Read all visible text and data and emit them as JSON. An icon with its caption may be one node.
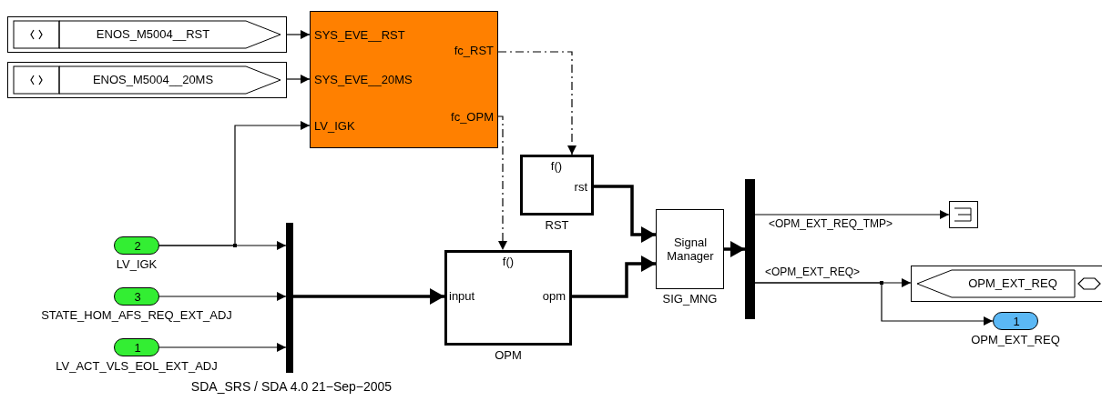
{
  "diagram": {
    "nodes": [
      {
        "text": [
          "ENOS_M5004__RST"
        ]
      },
      {
        "text": [
          "ENOS_M5004__20MS"
        ]
      },
      {
        "text": [
          "SYS_EVE__RST",
          "SYS_EVE__20MS",
          "LV_IGK",
          "fc_RST",
          "fc_OPM"
        ]
      },
      {
        "text": [
          "2"
        ],
        "beside": [
          "LV_IGK"
        ]
      },
      {
        "text": [
          "3"
        ],
        "beside": [
          "STATE_HOM_AFS_REQ_EXT_ADJ"
        ]
      },
      {
        "text": [
          "1"
        ],
        "beside": [
          "LV_ACT_VLS_EOL_EXT_ADJ"
        ]
      },
      {
        "text": [],
        "shape": "bar"
      },
      {
        "text": [
          "f()",
          "rst"
        ],
        "beside": [
          "RST"
        ]
      },
      {
        "text": [
          "f()",
          "input",
          "opm"
        ],
        "beside": [
          "OPM"
        ]
      },
      {
        "text": [
          "Signal Manager"
        ],
        "beside": [
          "SIG_MNG"
        ]
      },
      {
        "text": [],
        "shape": "bar"
      },
      {
        "text": [],
        "shape": "box"
      },
      {
        "text": [
          "OPM_EXT_REQ"
        ]
      },
      {
        "text": [
          "1"
        ],
        "beside": [
          "OPM_EXT_REQ"
        ]
      }
    ],
    "edges": [
      {
        "from": 0,
        "to": 2,
        "arrow": "to"
      },
      {
        "from": 1,
        "to": 2,
        "arrow": "to"
      },
      {
        "from": 3,
        "to": 2,
        "arrow": "to"
      },
      {
        "from": 3,
        "to": 6,
        "arrow": "to"
      },
      {
        "from": 4,
        "to": 6,
        "arrow": "to"
      },
      {
        "from": 5,
        "to": 6,
        "arrow": "to"
      },
      {
        "from": 2,
        "to": 7,
        "arrow": "to",
        "style": "dashed"
      },
      {
        "from": 2,
        "to": 8,
        "arrow": "to",
        "style": "dashed"
      },
      {
        "from": 6,
        "to": 8,
        "arrow": "to",
        "style": "thick"
      },
      {
        "from": 7,
        "to": 9,
        "arrow": "to",
        "style": "thick"
      },
      {
        "from": 8,
        "to": 9,
        "arrow": "to",
        "style": "thick"
      },
      {
        "from": 9,
        "to": 10,
        "arrow": "to",
        "style": "thick"
      },
      {
        "from": 10,
        "to": 11,
        "arrow": "to",
        "label": "<OPM_EXT_REQ_TMP>"
      },
      {
        "from": 10,
        "to": 12,
        "arrow": "to",
        "label": "<OPM_EXT_REQ>"
      },
      {
        "from": 10,
        "to": 13,
        "arrow": "to"
      }
    ],
    "labels": [
      "SDA_SRS / SDA 4.0 21−Sep−2005"
    ]
  }
}
